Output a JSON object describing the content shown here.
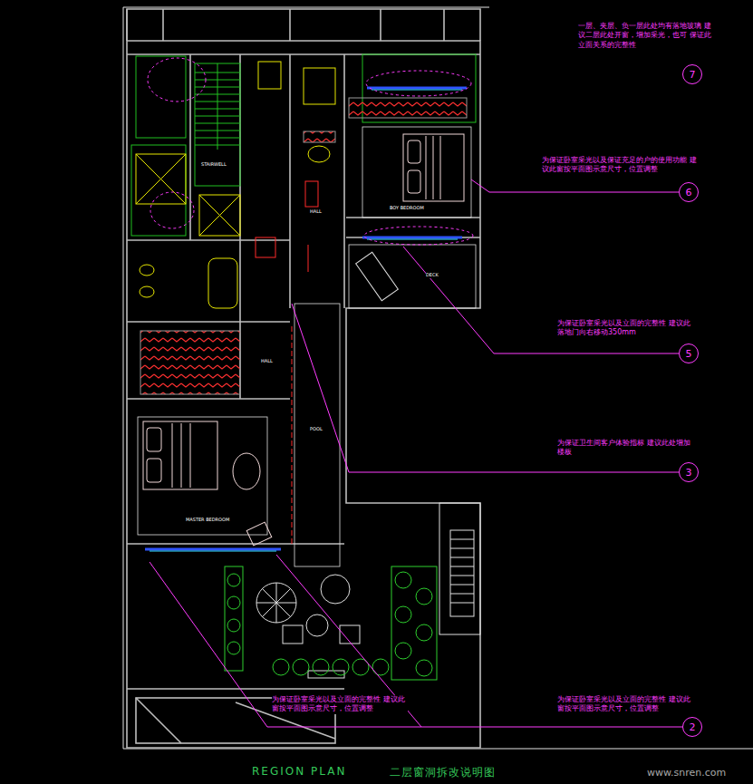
{
  "diagram": {
    "title": "REGION PLAN",
    "caption": "二层窗洞拆改说明图",
    "nodes": [
      {
        "text": [
          "7"
        ]
      },
      {
        "text": [
          "6"
        ]
      },
      {
        "text": [
          "5"
        ]
      },
      {
        "text": [
          "3"
        ]
      },
      {
        "text": [
          "2"
        ]
      }
    ],
    "labels": [
      "一层、夹层、负一层此处均有落地玻璃 建议二层此处开窗，增加采光，也可 保证此立面关系的完整性",
      "为保证卧室采光以及保证充足的户的使用功能 建议此窗按平面图示意尺寸，位置调整",
      "为保证卧室采光以及立面的完整性 建议此落地门向右移动350mm",
      "为保证卫生间客户体验指标 建议此处增加楼板",
      "为保证卧室采光以及立面的完整性 建议此窗按平面图示意尺寸，位置调整",
      "为保证卧室采光以及立面的完整性 建议此窗按平面图示意尺寸，位置调整",
      "STAIRWELL",
      "BOY BEDROOM",
      "HALL",
      "HALL",
      "DECK",
      "MASTER BEDROOM",
      "POOL",
      "www.snren.com"
    ]
  }
}
